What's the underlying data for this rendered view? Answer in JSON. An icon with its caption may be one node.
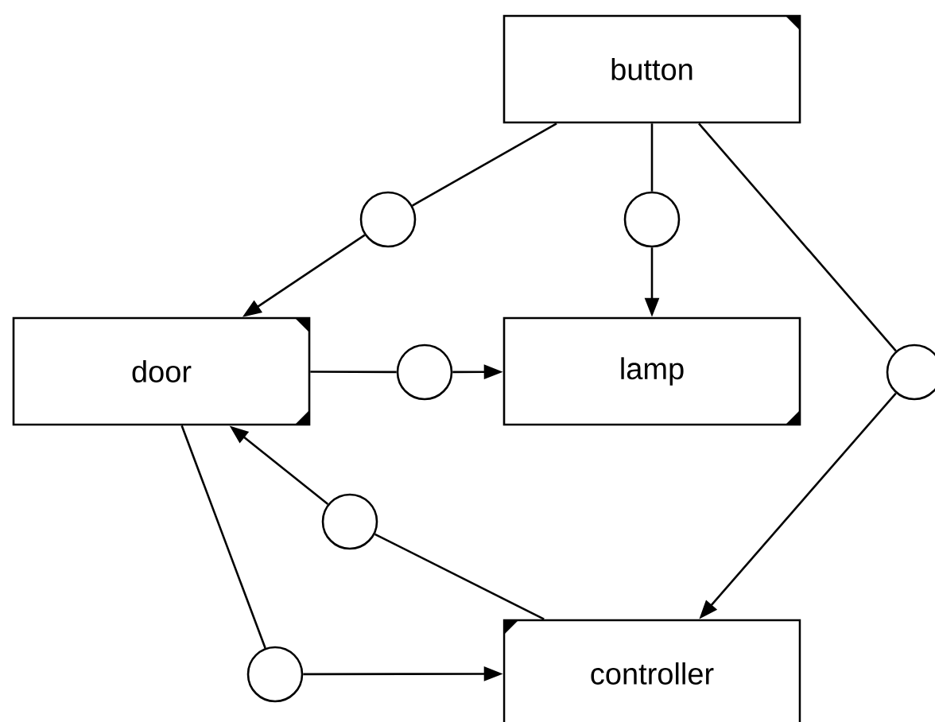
{
  "diagram": {
    "nodes": [
      {
        "text": [
          "button"
        ]
      },
      {
        "text": [
          "door"
        ]
      },
      {
        "text": [
          "lamp"
        ]
      },
      {
        "text": [
          "controller"
        ]
      },
      {
        "text": [],
        "shape": "circle"
      },
      {
        "text": [],
        "shape": "circle"
      },
      {
        "text": [],
        "shape": "circle"
      },
      {
        "text": [],
        "shape": "circle"
      },
      {
        "text": [],
        "shape": "circle"
      },
      {
        "text": [],
        "shape": "circle"
      }
    ],
    "edges": [
      {
        "from": 0,
        "to": 4,
        "arrow": "none"
      },
      {
        "from": 4,
        "to": 1,
        "arrow": "to"
      },
      {
        "from": 0,
        "to": 5,
        "arrow": "none"
      },
      {
        "from": 5,
        "to": 2,
        "arrow": "to"
      },
      {
        "from": 1,
        "to": 6,
        "arrow": "none"
      },
      {
        "from": 6,
        "to": 2,
        "arrow": "to"
      },
      {
        "from": 0,
        "to": 7,
        "arrow": "none"
      },
      {
        "from": 7,
        "to": 3,
        "arrow": "to"
      },
      {
        "from": 3,
        "to": 8,
        "arrow": "none"
      },
      {
        "from": 8,
        "to": 1,
        "arrow": "to"
      },
      {
        "from": 1,
        "to": 9,
        "arrow": "none"
      },
      {
        "from": 9,
        "to": 3,
        "arrow": "to"
      }
    ]
  }
}
